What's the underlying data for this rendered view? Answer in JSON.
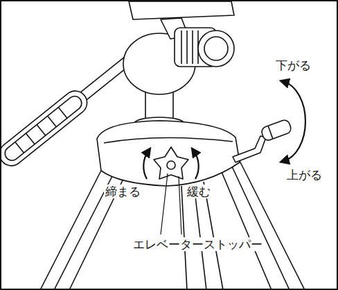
{
  "diagram": {
    "labels": [
      "下がる",
      "上がる",
      "締まる",
      "緩む",
      "エレベーターストッパー"
    ]
  }
}
